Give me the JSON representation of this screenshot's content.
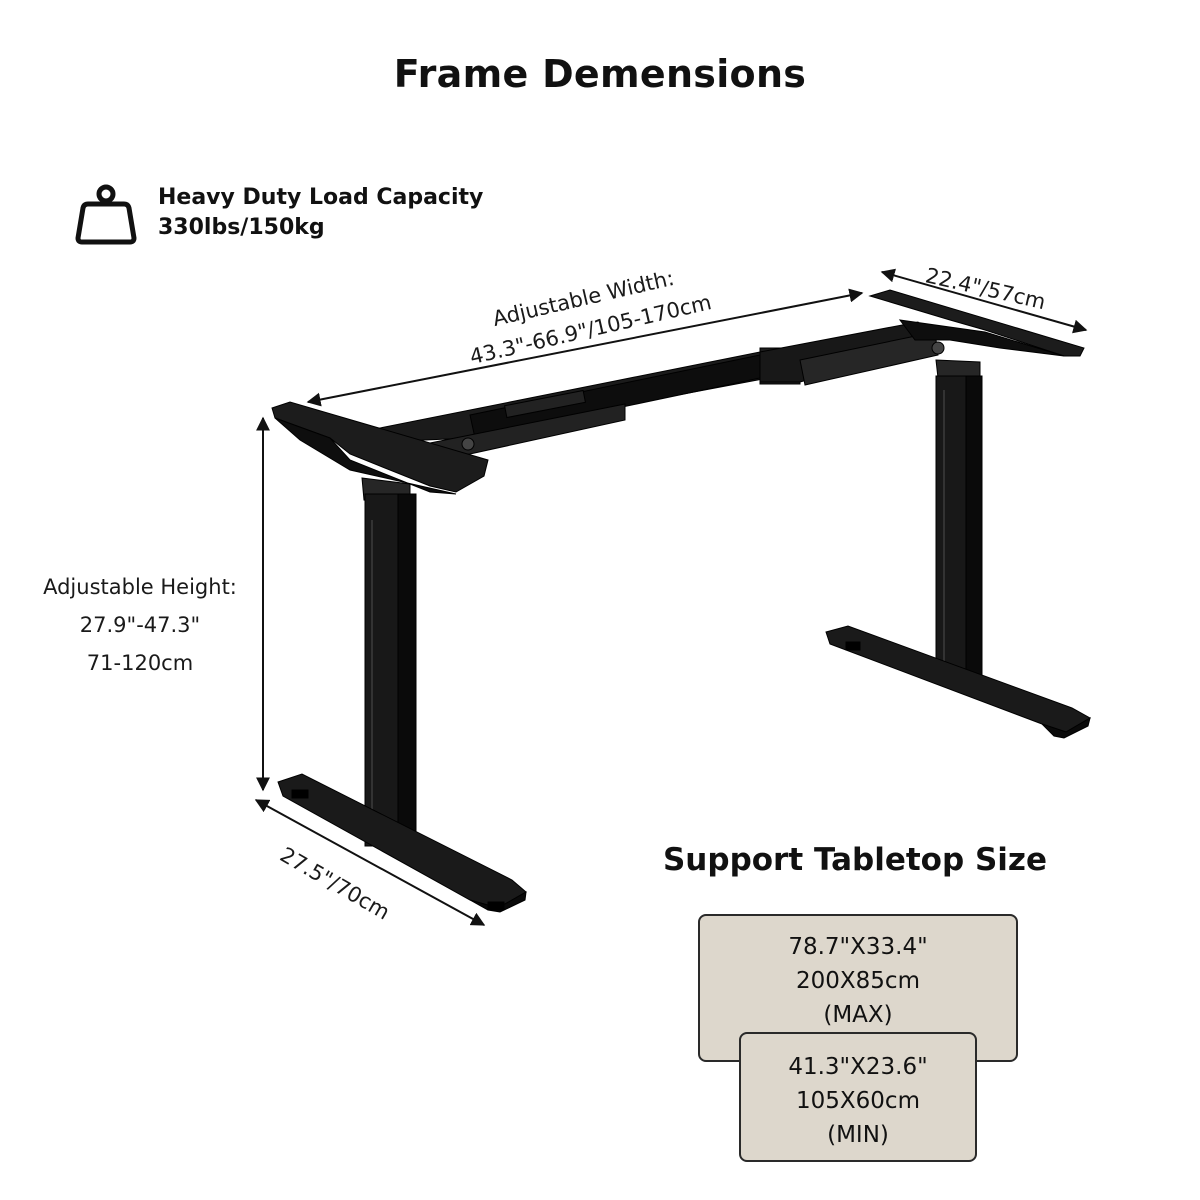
{
  "title": "Frame Demensions",
  "load": {
    "icon": "weight-icon",
    "line1": "Heavy Duty Load Capacity",
    "line2": "330lbs/150kg"
  },
  "dimensions": {
    "width": {
      "label": "Adjustable Width:",
      "value": "43.3\"-66.9\"/105-170cm"
    },
    "height": {
      "label": "Adjustable Height:",
      "value_in": "27.9\"-47.3\"",
      "value_cm": "71-120cm"
    },
    "depth_top": "22.4\"/57cm",
    "depth_bottom": "27.5\"/70cm"
  },
  "tabletop": {
    "heading": "Support Tabletop Size",
    "max": {
      "inches": "78.7\"X33.4\"",
      "cm": "200X85cm",
      "tag": "(MAX)"
    },
    "min": {
      "inches": "41.3\"X23.6\"",
      "cm": "105X60cm",
      "tag": "(MIN)"
    },
    "board_color": "#ddd7cc"
  },
  "frame_color": "#111111"
}
